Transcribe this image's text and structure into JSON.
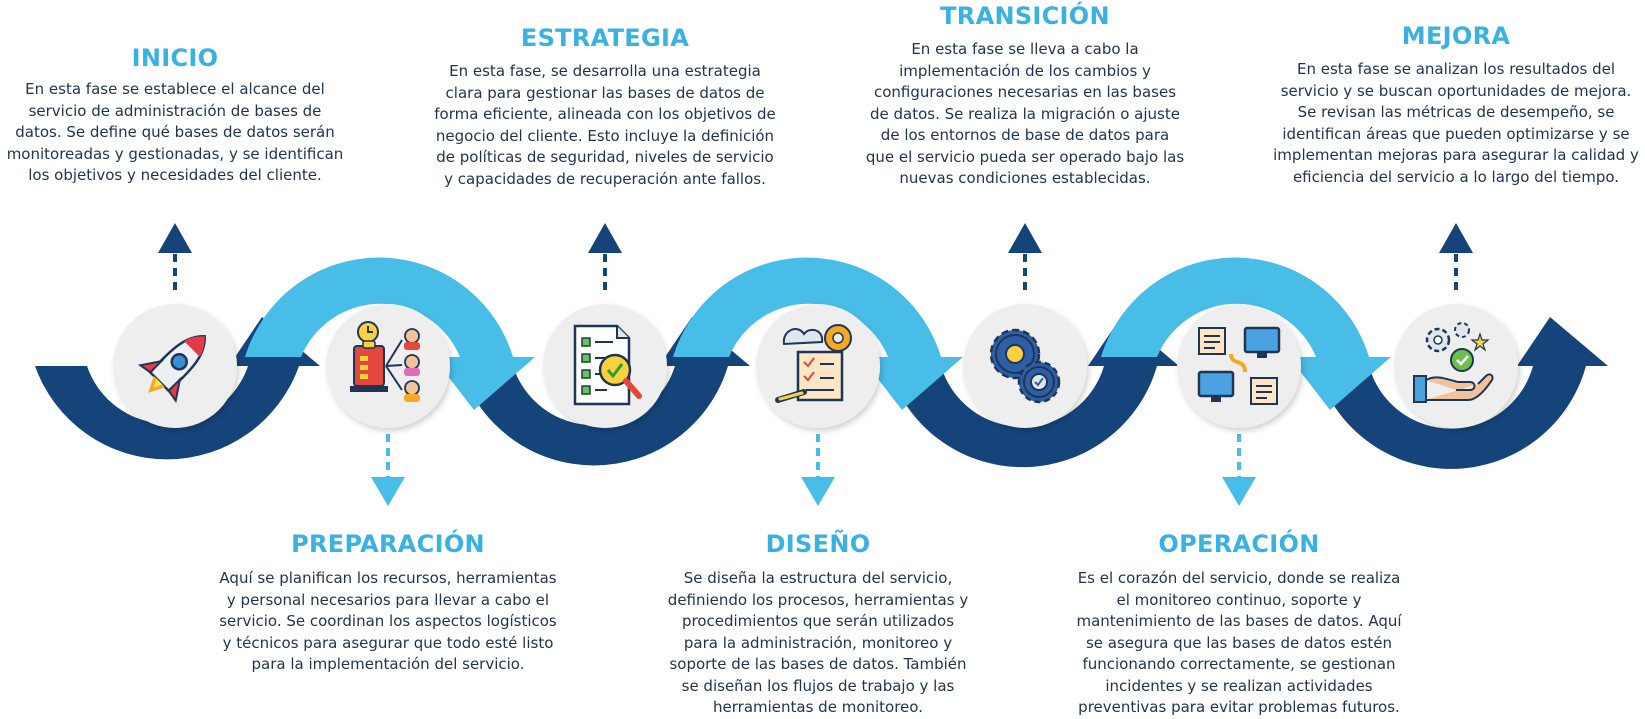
{
  "colors": {
    "dark_blue": "#15447a",
    "light_blue": "#47bde8",
    "title_blue": "#39b1e2",
    "text": "#1e3350",
    "icon_circle": "#eeeeee"
  },
  "phases": [
    {
      "id": "inicio",
      "title": "INICIO",
      "icon": "rocket-icon",
      "arrow": "up",
      "lines": [
        "En esta fase se establece el alcance del",
        "servicio de administración de bases de",
        "datos. Se define qué bases de datos serán",
        "monitoreadas y gestionadas, y se identifican",
        "los objetivos y necesidades del cliente."
      ]
    },
    {
      "id": "preparacion",
      "title": "PREPARACIÓN",
      "icon": "planning-team-icon",
      "arrow": "down",
      "lines": [
        "Aquí se planifican los recursos, herramientas",
        "y personal necesarios para llevar a cabo el",
        "servicio. Se coordinan los aspectos logísticos",
        "y técnicos para asegurar que todo esté listo",
        "para la implementación del servicio."
      ]
    },
    {
      "id": "estrategia",
      "title": "ESTRATEGIA",
      "icon": "checklist-magnifier-icon",
      "arrow": "up",
      "lines": [
        "En esta fase, se desarrolla una estrategia",
        "clara para gestionar las bases de datos de",
        "forma eficiente, alineada con los objetivos de",
        "negocio del cliente. Esto incluye la definición",
        "de políticas de seguridad, niveles de servicio",
        "y capacidades de recuperación ante fallos."
      ]
    },
    {
      "id": "diseno",
      "title": "DISEÑO",
      "icon": "design-document-gear-icon",
      "arrow": "down",
      "lines": [
        "Se diseña la estructura del servicio,",
        "definiendo los procesos, herramientas y",
        "procedimientos que serán utilizados",
        "para la administración, monitoreo y",
        "soporte de las bases de datos. También",
        "se diseñan los flujos de trabajo y las",
        "herramientas de monitoreo."
      ]
    },
    {
      "id": "transicion",
      "title": "TRANSICIÓN",
      "icon": "gears-icon",
      "arrow": "up",
      "lines": [
        "En esta fase se lleva a cabo la",
        "implementación de los cambios y",
        "configuraciones necesarias en las bases",
        "de datos. Se realiza la migración o ajuste",
        "de los entornos de base de datos para",
        "que el servicio pueda ser operado bajo las",
        "nuevas condiciones establecidas."
      ]
    },
    {
      "id": "operacion",
      "title": "OPERACIÓN",
      "icon": "network-monitors-icon",
      "arrow": "down",
      "lines": [
        "Es el corazón del servicio, donde se realiza",
        "el monitoreo continuo, soporte y",
        "mantenimiento de las bases de datos. Aquí",
        "se asegura que las bases de datos estén",
        "funcionando correctamente, se gestionan",
        "incidentes y se realizan actividades",
        "preventivas para evitar problemas futuros."
      ]
    },
    {
      "id": "mejora",
      "title": "MEJORA",
      "icon": "hand-gears-check-icon",
      "arrow": "up",
      "lines": [
        "En esta fase se analizan los resultados del",
        "servicio y se buscan oportunidades de mejora.",
        "Se revisan las métricas de desempeño, se",
        "identifican áreas que pueden optimizarse y se",
        "implementan mejoras para asegurar la calidad y",
        "eficiencia del servicio a lo largo del tiempo."
      ]
    }
  ]
}
